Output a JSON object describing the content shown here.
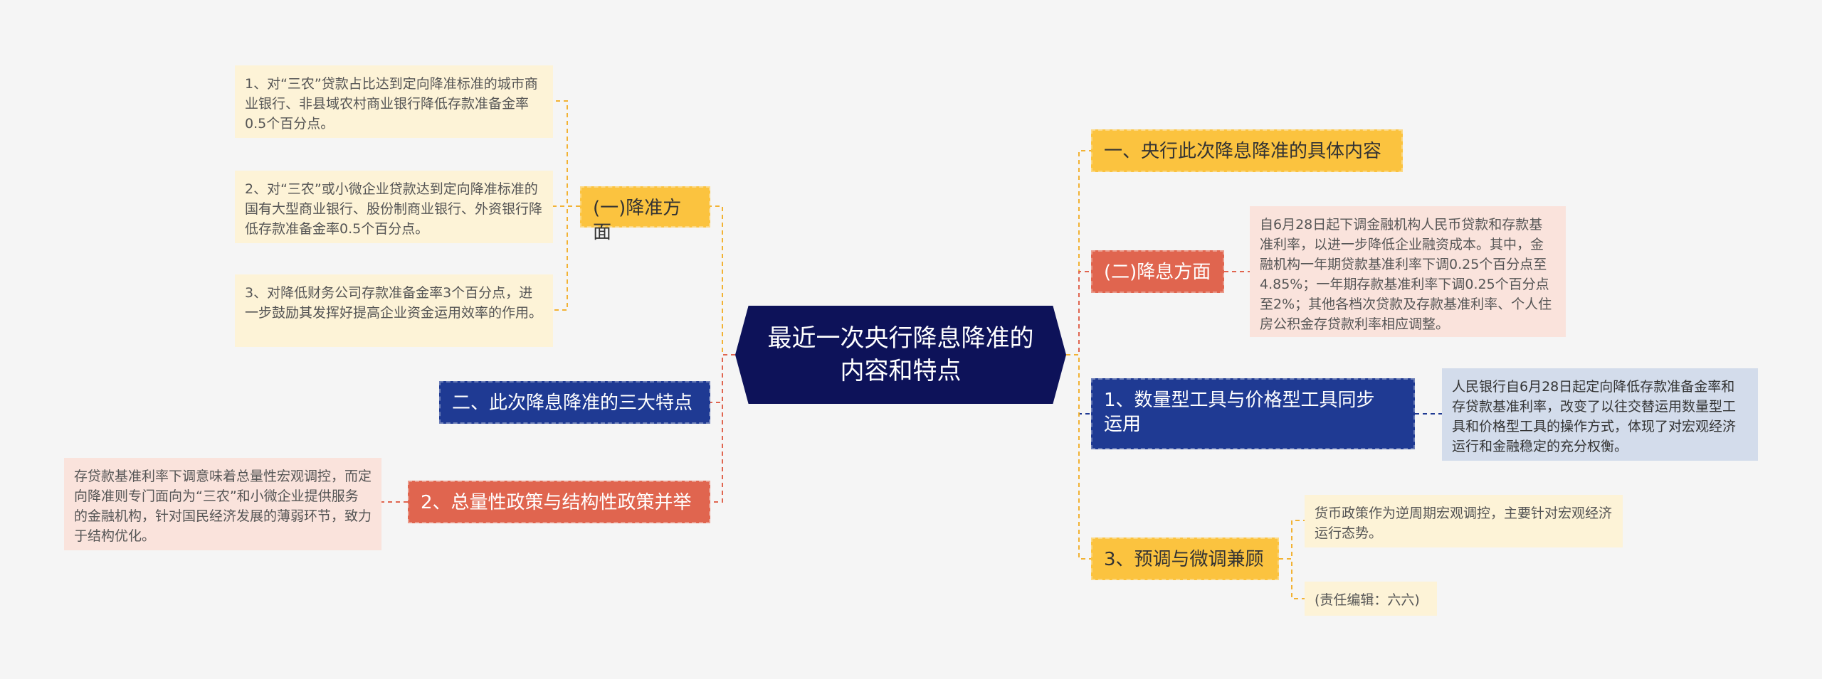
{
  "center": {
    "title_line1": "最近一次央行降息降准的",
    "title_line2": "内容和特点"
  },
  "left": {
    "branch_reserve": {
      "label": "(一)降准方面",
      "items": [
        "1、对“三农”贷款占比达到定向降准标准的城市商业银行、非县域农村商业银行降低存款准备金率0.5个百分点。",
        "2、对“三农”或小微企业贷款达到定向降准标准的国有大型商业银行、股份制商业银行、外资银行降低存款准备金率0.5个百分点。",
        "3、对降低财务公司存款准备金率3个百分点，进一步鼓励其发挥好提高企业资金运用效率的作用。"
      ]
    },
    "branch_three_features": {
      "label": "二、此次降息降准的三大特点"
    },
    "branch_policy": {
      "label": "2、总量性政策与结构性政策并举",
      "note": "存贷款基准利率下调意味着总量性宏观调控，而定向降准则专门面向为“三农”和小微企业提供服务的金融机构，针对国民经济发展的薄弱环节，致力于结构优化。"
    }
  },
  "right": {
    "branch_content": {
      "label": "一、央行此次降息降准的具体内容"
    },
    "branch_rate": {
      "label": "(二)降息方面",
      "note": "自6月28日起下调金融机构人民币贷款和存款基准利率，以进一步降低企业融资成本。其中，金融机构一年期贷款基准利率下调0.25个百分点至4.85%；一年期存款基准利率下调0.25个百分点至2%；其他各档次贷款及存款基准利率、个人住房公积金存贷款利率相应调整。"
    },
    "branch_tools": {
      "label_line1": "1、数量型工具与价格型工具同步",
      "label_line2": "运用",
      "note": "人民银行自6月28日起定向降低存款准备金率和存贷款基准利率，改变了以往交替运用数量型工具和价格型工具的操作方式，体现了对宏观经济运行和金融稳定的充分权衡。"
    },
    "branch_fine_tuning": {
      "label": "3、预调与微调兼顾",
      "items": [
        "货币政策作为逆周期宏观调控，主要针对宏观经济运行态势。",
        "(责任编辑：六六)"
      ]
    }
  },
  "colors": {
    "center": "#0d1259",
    "yellow": "#fbc33f",
    "navy": "#1f3a93",
    "red": "#e0654f",
    "leaf_yellow": "#fdf3d7",
    "leaf_red": "#fae3dc",
    "leaf_blue": "#d3dceb"
  }
}
